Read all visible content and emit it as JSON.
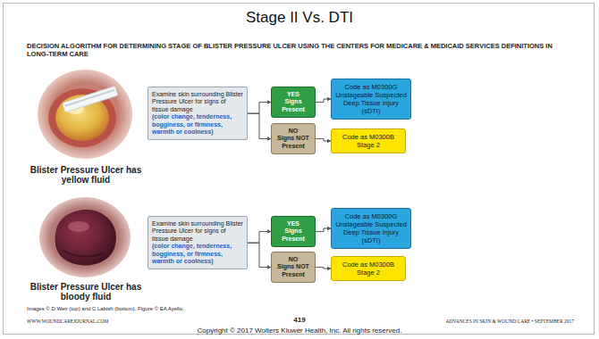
{
  "diagram": {
    "title": "Stage II Vs. DTI",
    "nodes": [
      {
        "text": [
          "Examine skin surrounding Blister Pressure Ulcer for signs of tissue damage",
          "(color change, tenderness, bogginess, or firmness, warmth or coolness)"
        ]
      },
      {
        "text": [
          "YES",
          "Signs Present"
        ]
      },
      {
        "text": [
          "NO",
          "Signs NOT Present"
        ]
      },
      {
        "text": [
          "Code as M0300G Unstageable Suspected Deep Tissue Injury (sDTI)"
        ]
      },
      {
        "text": [
          "Code as M0300B Stage 2"
        ]
      },
      {
        "text": [
          "Examine skin surrounding Blister Pressure Ulcer for signs of tissue damage",
          "(color change, tenderness, bogginess, or firmness, warmth or coolness)"
        ]
      },
      {
        "text": [
          "YES",
          "Signs Present"
        ]
      },
      {
        "text": [
          "NO",
          "Signs NOT Present"
        ]
      },
      {
        "text": [
          "Code as M0300G Unstageable Suspected Deep Tissue Injury (sDTI)"
        ]
      },
      {
        "text": [
          "Code as M0300B Stage 2"
        ]
      }
    ],
    "edges": [
      {
        "from": 0,
        "to": 1,
        "arrow": "to"
      },
      {
        "from": 0,
        "to": 2,
        "arrow": "to"
      },
      {
        "from": 1,
        "to": 3,
        "arrow": "to"
      },
      {
        "from": 2,
        "to": 4,
        "arrow": "to"
      },
      {
        "from": 5,
        "to": 6,
        "arrow": "to"
      },
      {
        "from": 5,
        "to": 7,
        "arrow": "to"
      },
      {
        "from": 6,
        "to": 8,
        "arrow": "to"
      },
      {
        "from": 7,
        "to": 9,
        "arrow": "to"
      }
    ],
    "labels": [
      "DECISION ALGORITHM FOR DETERMINING STAGE OF BLISTER PRESSURE ULCER USING THE CENTERS FOR MEDICARE & MEDICAID SERVICES DEFINITIONS IN LONG-TERM CARE",
      "Blister Pressure Ulcer has yellow fluid",
      "Blister Pressure Ulcer has bloody fluid",
      "Images © D Weir (top) and C Labish (bottom). Figure © EA Ayello.",
      "WWW.WOUNDCAREJOURNAL.COM",
      "419",
      "ADVANCES IN SKIN & WOUND CARE • SEPTEMBER 2017",
      "Copyright © 2017 Wolters Kluwer Health, Inc. All rights reserved."
    ]
  }
}
